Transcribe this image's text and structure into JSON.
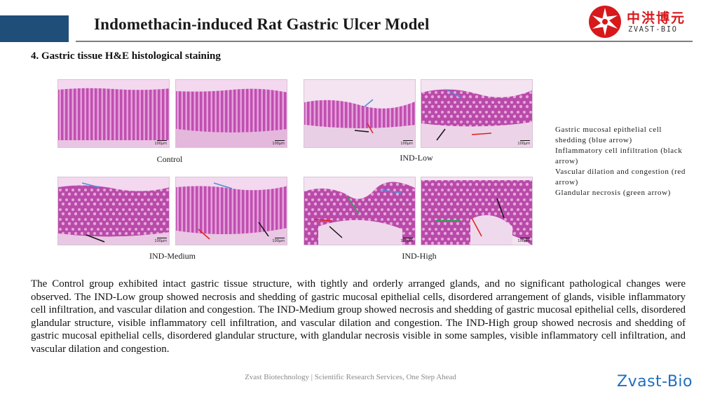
{
  "header": {
    "title": "Indomethacin-induced Rat Gastric Ulcer Model",
    "logo_cn": "中洪博元",
    "logo_en": "ZVAST-BIO"
  },
  "section": {
    "heading": "4. Gastric tissue H&E histological staining"
  },
  "groups": {
    "control": "Control",
    "ind_low": "IND-Low",
    "ind_medium": "IND-Medium",
    "ind_high": "IND-High"
  },
  "scale_bar": "100μm",
  "legend": [
    "Gastric mucosal epithelial cell shedding (blue arrow)",
    "Inflammatory cell infiltration (black arrow)",
    "Vascular dilation and congestion (red arrow)",
    "Glandular necrosis (green arrow)"
  ],
  "arrow_colors": {
    "blue": "#4a90d9",
    "black": "#111111",
    "red": "#e02020",
    "green": "#2e9e4f"
  },
  "description": "The Control group exhibited intact gastric tissue structure, with tightly and orderly arranged glands, and no significant pathological changes were observed. The IND-Low group showed necrosis and shedding of gastric mucosal epithelial cells, disordered arrangement of glands, visible inflammatory cell infiltration, and vascular dilation and congestion. The IND-Medium group showed necrosis and shedding of gastric mucosal epithelial cells, disordered glandular structure, visible inflammatory cell infiltration, and vascular dilation and congestion. The IND-High group showed necrosis and shedding of gastric mucosal epithelial cells, disordered glandular structure, with glandular necrosis visible in some samples, visible inflammatory cell infiltration, and vascular dilation and congestion.",
  "footer": {
    "text": "Zvast Biotechnology |  Scientific Research Services, One Step Ahead",
    "brand": "Zvast-Bio"
  }
}
